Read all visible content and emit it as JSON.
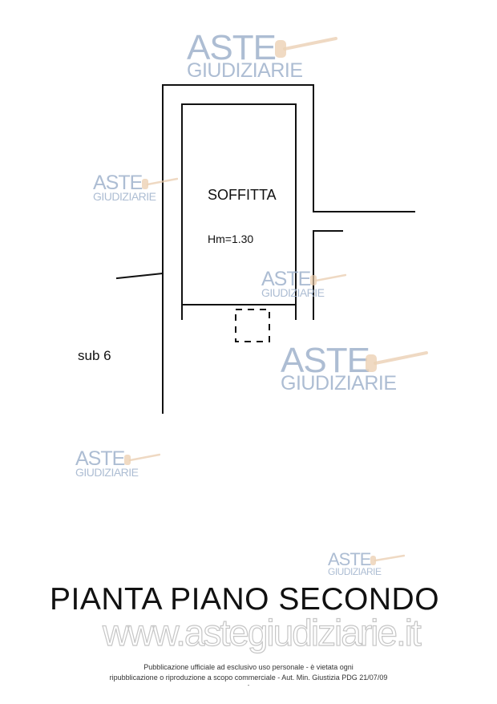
{
  "watermark": {
    "line1": "ASTE",
    "line2": "GIUDIZIARIE",
    "colors": {
      "text": "#9fb2cc",
      "gavel": "#e8c9a8"
    }
  },
  "plan": {
    "room_label": "SOFFITTA",
    "height_label": "Hm=1.30",
    "neighbor_label": "sub 6"
  },
  "title": "PIANTA PIANO SECONDO",
  "website": "www.astegiudiziarie.it",
  "disclaimer": {
    "line1": "Pubblicazione ufficiale ad esclusivo uso personale - è vietata ogni",
    "line2": "ripubblicazione o riproduzione a scopo commerciale - Aut. Min. Giustizia PDG 21/07/09",
    "line3": "-"
  }
}
